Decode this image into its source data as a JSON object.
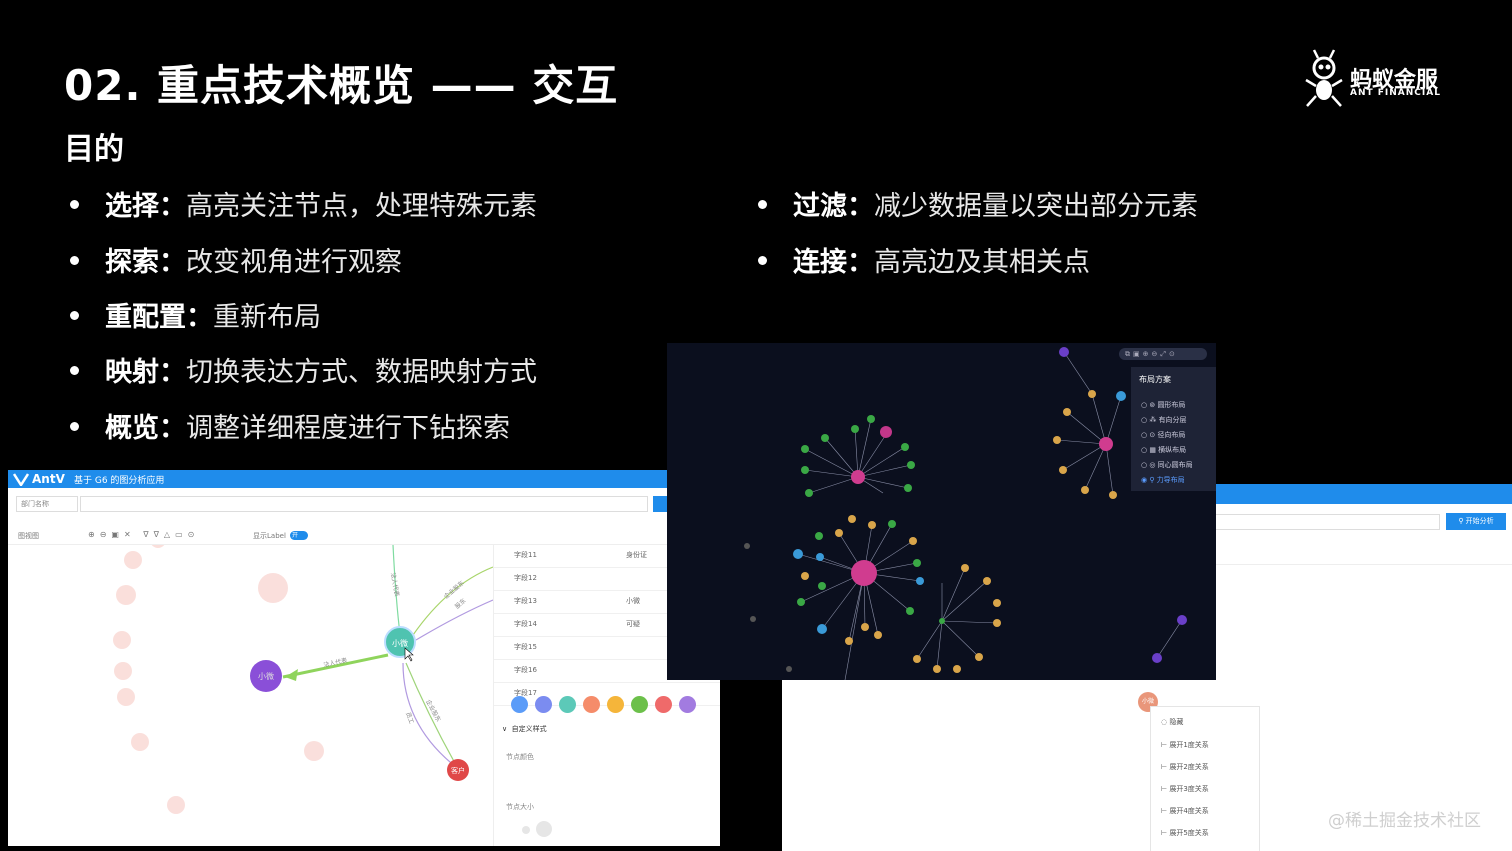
{
  "slide": {
    "title": "02. 重点技术概览 —— 交互",
    "subtitle": "目的",
    "bullets_left": [
      {
        "term": "选择：",
        "desc": "高亮关注节点，处理特殊元素"
      },
      {
        "term": "探索：",
        "desc": "改变视角进行观察"
      },
      {
        "term": "重配置：",
        "desc": "重新布局"
      },
      {
        "term": "映射：",
        "desc": "切换表达方式、数据映射方式"
      },
      {
        "term": "概览：",
        "desc": "调整详细程度进行下钻探索"
      }
    ],
    "bullets_right": [
      {
        "term": "过滤：",
        "desc": "减少数据量以突出部分元素"
      },
      {
        "term": "连接：",
        "desc": "高亮边及其相关点"
      }
    ],
    "logo": {
      "cn": "蚂蚁金服",
      "en": "ANT FINANCIAL"
    },
    "watermark": "@稀土掘金技术社区"
  },
  "screenshot_left": {
    "brand": "AntV",
    "app_title": "基于 G6 的图分析应用",
    "filter_label": "部门名称",
    "view_label": "图视图",
    "toolbar_icons": "⊕⊖▣✕ ∇∇△▭⊙",
    "show_label": "显示Label",
    "toggle_text": "开",
    "fields": [
      {
        "key": "字段11",
        "value": "身份证"
      },
      {
        "key": "字段12",
        "value": ""
      },
      {
        "key": "字段13",
        "value": "小微"
      },
      {
        "key": "字段14",
        "value": "可疑"
      },
      {
        "key": "字段15",
        "value": ""
      },
      {
        "key": "字段16",
        "value": ""
      },
      {
        "key": "字段17",
        "value": ""
      }
    ],
    "custom_style": "自定义样式",
    "node_color_label": "节点颜色",
    "node_size_label": "节点大小",
    "swatch_colors": [
      "#5b9cf8",
      "#7b8cf0",
      "#5cc9b8",
      "#f58c6a",
      "#f5b53a",
      "#6cc04a",
      "#ef6a6a",
      "#a27be0"
    ],
    "node_labels": {
      "center": "小微",
      "left": "小微",
      "bottom": "客户"
    },
    "edge_labels": [
      "法人代表",
      "企业股东",
      "股东",
      "法人代表",
      "员工",
      "企业股东"
    ]
  },
  "screenshot_right": {
    "search_button": "开始分析",
    "node_label": "小微",
    "context_menu": [
      "隐藏",
      "展开1度关系",
      "展开2度关系",
      "展开3度关系",
      "展开4度关系",
      "展开5度关系"
    ]
  },
  "screenshot_dark": {
    "toolbar_icons": "⧉▣⊕⊖⤢⊙",
    "layout_menu_title": "布局方案",
    "layout_options": [
      "圆形布局",
      "有向分层",
      "径向布局",
      "横纵布局",
      "同心圆布局",
      "力导布局"
    ],
    "selected_option": "力导布局"
  },
  "colors": {
    "accent": "#1f8ceb",
    "hub_pink": "#d03c8f",
    "leaf_green": "#3aa845",
    "leaf_gold": "#d9a54a",
    "leaf_blue": "#3a9ad8",
    "node_purple": "#6a3fc8"
  }
}
